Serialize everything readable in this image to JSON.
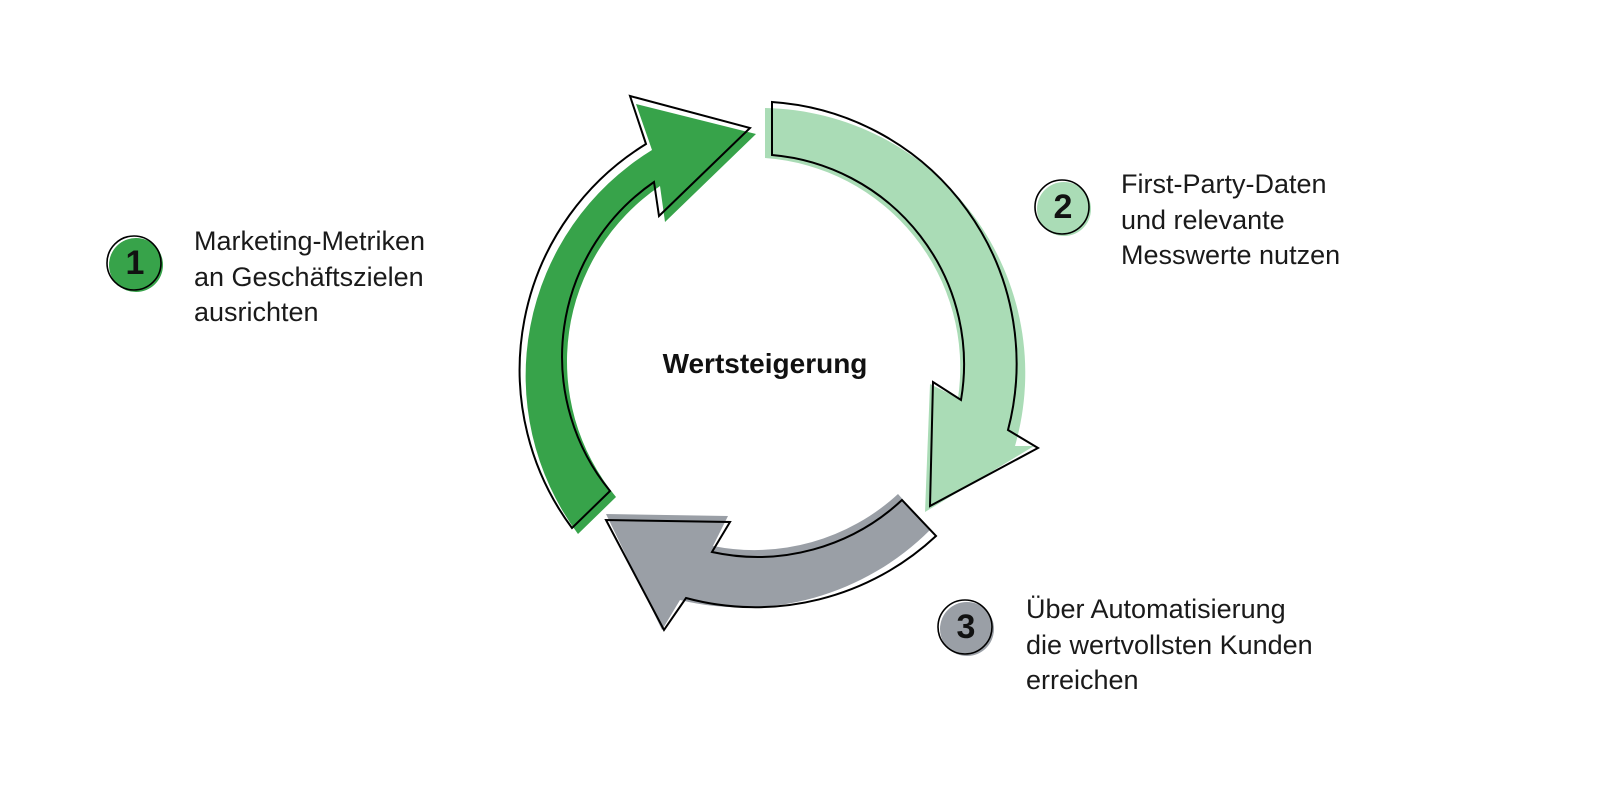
{
  "center": {
    "label": "Wertsteigerung"
  },
  "steps": [
    {
      "number": "1",
      "color": "#37a34a",
      "lines": [
        "Marketing-Metriken",
        "an Geschäftszielen",
        "ausrichten"
      ]
    },
    {
      "number": "2",
      "color": "#aadcb6",
      "lines": [
        "First-Party-Daten",
        "und relevante",
        "Messwerte nutzen"
      ]
    },
    {
      "number": "3",
      "color": "#9a9fa6",
      "lines": [
        "Über Automatisierung",
        "die wertvollsten Kunden",
        "erreichen"
      ]
    }
  ]
}
